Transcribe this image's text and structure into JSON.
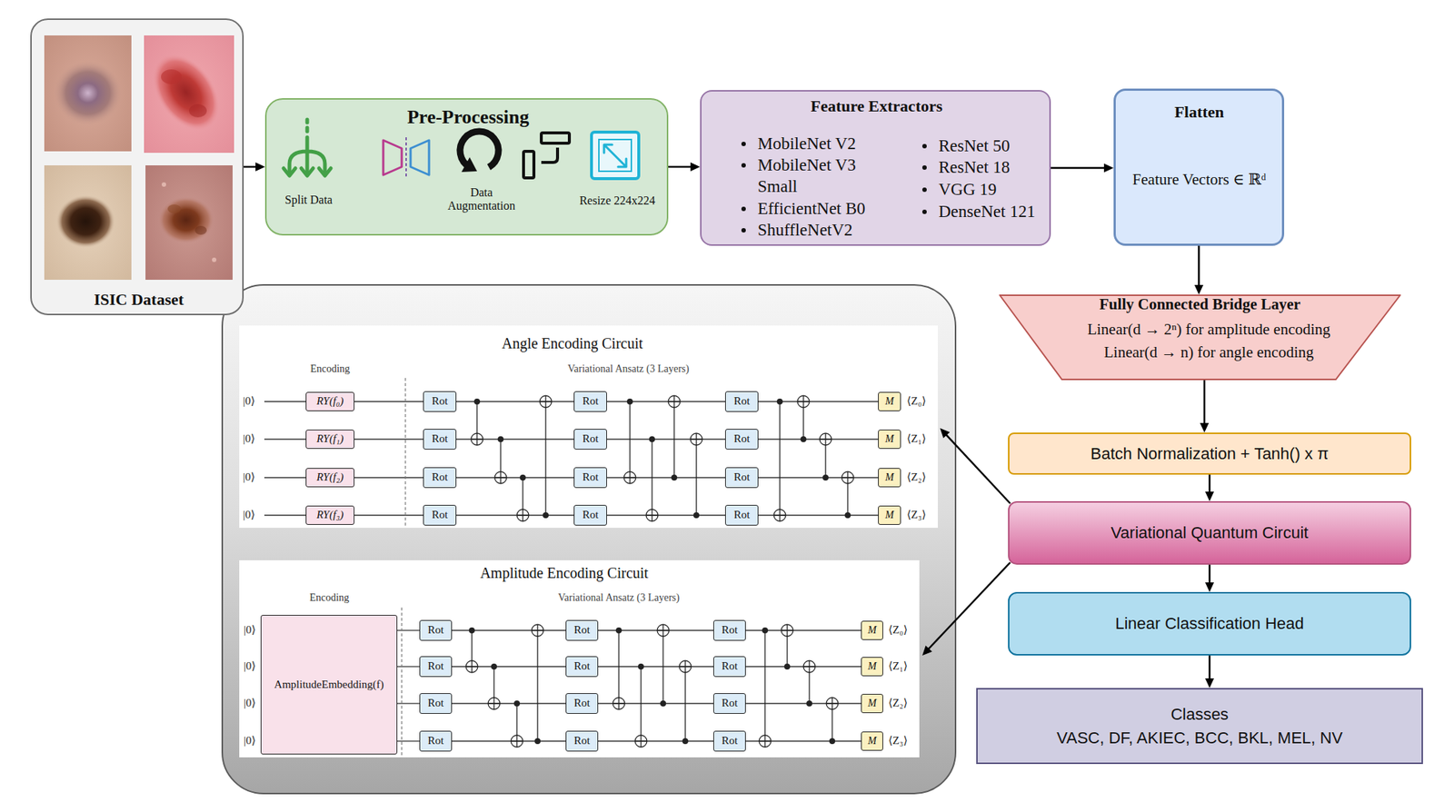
{
  "diagram": {
    "nodes": [
      {
        "text": [
          "ISIC Dataset"
        ]
      },
      {
        "text": [
          "Pre-Processing",
          "Split Data",
          "Data Augmentation",
          "Resize 224x224"
        ]
      },
      {
        "text": [
          "Feature Extractors",
          "MobileNet V2",
          "MobileNet V3 Small",
          "EfficientNet B0",
          "ShuffleNetV2",
          "ResNet 50",
          "ResNet 18",
          "VGG 19",
          "DenseNet 121"
        ]
      },
      {
        "text": [
          "Flatten",
          "Feature Vectors ∈ ℝᵈ"
        ]
      },
      {
        "text": [
          "Fully Connected Bridge Layer",
          "Linear(d → 2ⁿ) for amplitude encoding",
          "Linear(d → n) for angle encoding"
        ]
      },
      {
        "text": [
          "Batch Normalization + Tanh() x π"
        ]
      },
      {
        "text": [
          "Variational Quantum Circuit"
        ]
      },
      {
        "text": [
          "Linear Classification Head"
        ]
      },
      {
        "text": [
          "Classes",
          "VASC, DF, AKIEC, BCC, BKL, MEL, NV"
        ]
      },
      {
        "text": [
          "Angle Encoding Circuit"
        ]
      },
      {
        "text": [
          "RY(f₀)"
        ],
        "in": 9
      },
      {
        "text": [
          "Rot"
        ],
        "in": 9
      },
      {
        "text": [
          "Rot"
        ],
        "in": 9
      },
      {
        "text": [
          "Rot"
        ],
        "in": 9
      },
      {
        "text": [
          "M"
        ],
        "in": 9
      },
      {
        "text": [
          "RY(f₁)"
        ],
        "in": 9
      },
      {
        "text": [
          "Rot"
        ],
        "in": 9
      },
      {
        "text": [
          "Rot"
        ],
        "in": 9
      },
      {
        "text": [
          "Rot"
        ],
        "in": 9
      },
      {
        "text": [
          "M"
        ],
        "in": 9
      },
      {
        "text": [
          "RY(f₂)"
        ],
        "in": 9
      },
      {
        "text": [
          "Rot"
        ],
        "in": 9
      },
      {
        "text": [
          "Rot"
        ],
        "in": 9
      },
      {
        "text": [
          "Rot"
        ],
        "in": 9
      },
      {
        "text": [
          "M"
        ],
        "in": 9
      },
      {
        "text": [
          "RY(f₃)"
        ],
        "in": 9
      },
      {
        "text": [
          "Rot"
        ],
        "in": 9
      },
      {
        "text": [
          "Rot"
        ],
        "in": 9
      },
      {
        "text": [
          "Rot"
        ],
        "in": 9
      },
      {
        "text": [
          "M"
        ],
        "in": 9
      },
      {
        "text": [
          "Amplitude Encoding Circuit"
        ]
      },
      {
        "text": [
          "AmplitudeEmbedding(f)"
        ],
        "in": 30
      },
      {
        "text": [
          "Rot"
        ],
        "in": 30
      },
      {
        "text": [
          "Rot"
        ],
        "in": 30
      },
      {
        "text": [
          "Rot"
        ],
        "in": 30
      },
      {
        "text": [
          "M"
        ],
        "in": 30
      },
      {
        "text": [
          "Rot"
        ],
        "in": 30
      },
      {
        "text": [
          "Rot"
        ],
        "in": 30
      },
      {
        "text": [
          "Rot"
        ],
        "in": 30
      },
      {
        "text": [
          "M"
        ],
        "in": 30
      },
      {
        "text": [
          "Rot"
        ],
        "in": 30
      },
      {
        "text": [
          "Rot"
        ],
        "in": 30
      },
      {
        "text": [
          "Rot"
        ],
        "in": 30
      },
      {
        "text": [
          "M"
        ],
        "in": 30
      },
      {
        "text": [
          "Rot"
        ],
        "in": 30
      },
      {
        "text": [
          "Rot"
        ],
        "in": 30
      },
      {
        "text": [
          "Rot"
        ],
        "in": 30
      },
      {
        "text": [
          "M"
        ],
        "in": 30
      }
    ],
    "edges": [
      {
        "from": 0,
        "to": 1,
        "arrow": "to"
      },
      {
        "from": 1,
        "to": 2,
        "arrow": "to"
      },
      {
        "from": 2,
        "to": 3,
        "arrow": "to"
      },
      {
        "from": 3,
        "to": 4,
        "arrow": "to"
      },
      {
        "from": 4,
        "to": 5,
        "arrow": "to"
      },
      {
        "from": 5,
        "to": 6,
        "arrow": "to"
      },
      {
        "from": 6,
        "to": 7,
        "arrow": "to"
      },
      {
        "from": 7,
        "to": 8,
        "arrow": "to"
      },
      {
        "from": 6,
        "to": 9,
        "arrow": "to"
      },
      {
        "from": 6,
        "to": 30,
        "arrow": "to"
      },
      {
        "from": 10,
        "to": 11,
        "arrow": "none"
      },
      {
        "from": 11,
        "to": 12,
        "arrow": "none"
      },
      {
        "from": 12,
        "to": 13,
        "arrow": "none"
      },
      {
        "from": 13,
        "to": 14,
        "arrow": "none"
      },
      {
        "from": 15,
        "to": 16,
        "arrow": "none"
      },
      {
        "from": 16,
        "to": 17,
        "arrow": "none"
      },
      {
        "from": 17,
        "to": 18,
        "arrow": "none"
      },
      {
        "from": 18,
        "to": 19,
        "arrow": "none"
      },
      {
        "from": 20,
        "to": 21,
        "arrow": "none"
      },
      {
        "from": 21,
        "to": 22,
        "arrow": "none"
      },
      {
        "from": 22,
        "to": 23,
        "arrow": "none"
      },
      {
        "from": 23,
        "to": 24,
        "arrow": "none"
      },
      {
        "from": 25,
        "to": 26,
        "arrow": "none"
      },
      {
        "from": 26,
        "to": 27,
        "arrow": "none"
      },
      {
        "from": 27,
        "to": 28,
        "arrow": "none"
      },
      {
        "from": 28,
        "to": 29,
        "arrow": "none"
      },
      {
        "from": 31,
        "to": 32,
        "arrow": "none"
      },
      {
        "from": 32,
        "to": 33,
        "arrow": "none"
      },
      {
        "from": 33,
        "to": 34,
        "arrow": "none"
      },
      {
        "from": 34,
        "to": 35,
        "arrow": "none"
      },
      {
        "from": 31,
        "to": 36,
        "arrow": "none"
      },
      {
        "from": 36,
        "to": 37,
        "arrow": "none"
      },
      {
        "from": 37,
        "to": 38,
        "arrow": "none"
      },
      {
        "from": 38,
        "to": 39,
        "arrow": "none"
      },
      {
        "from": 31,
        "to": 40,
        "arrow": "none"
      },
      {
        "from": 40,
        "to": 41,
        "arrow": "none"
      },
      {
        "from": 41,
        "to": 42,
        "arrow": "none"
      },
      {
        "from": 42,
        "to": 43,
        "arrow": "none"
      },
      {
        "from": 31,
        "to": 44,
        "arrow": "none"
      },
      {
        "from": 44,
        "to": 45,
        "arrow": "none"
      },
      {
        "from": 45,
        "to": 46,
        "arrow": "none"
      },
      {
        "from": 46,
        "to": 47,
        "arrow": "none"
      }
    ],
    "labels": [
      "Encoding",
      "Variational Ansatz (3 Layers)",
      "|0⟩",
      "|0⟩",
      "|0⟩",
      "|0⟩",
      "⟨Z₀⟩",
      "⟨Z₁⟩",
      "⟨Z₂⟩",
      "⟨Z₃⟩",
      "Encoding",
      "Variational Ansatz (3 Layers)",
      "|0⟩",
      "|0⟩",
      "|0⟩",
      "|0⟩",
      "⟨Z₀⟩",
      "⟨Z₁⟩",
      "⟨Z₂⟩",
      "⟨Z₃⟩"
    ]
  }
}
